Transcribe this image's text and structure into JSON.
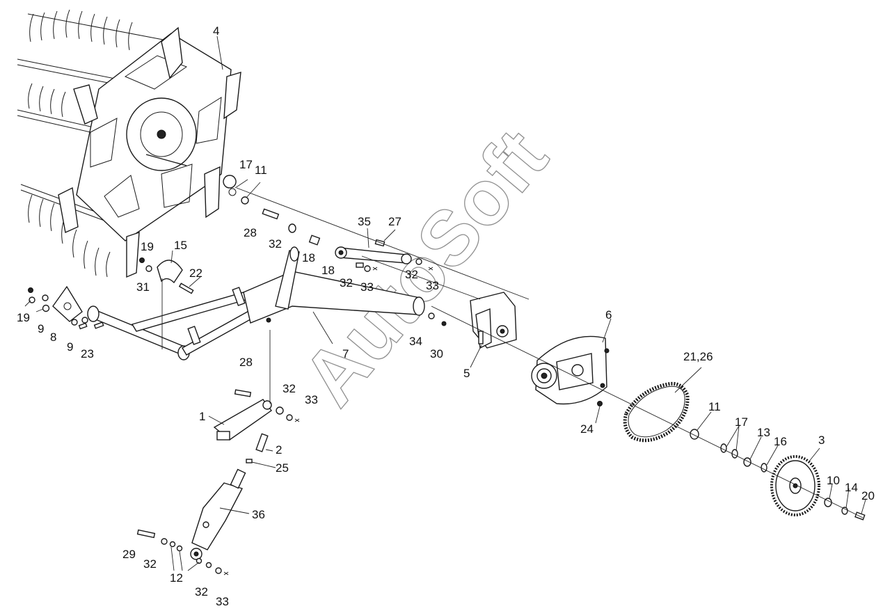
{
  "watermark": "AutoSoft",
  "callouts": [
    "4",
    "17",
    "11",
    "28",
    "32",
    "18",
    "35",
    "27",
    "19",
    "15",
    "22",
    "31",
    "32",
    "33",
    "32",
    "33",
    "18",
    "19",
    "9",
    "8",
    "9",
    "23",
    "7",
    "34",
    "30",
    "5",
    "6",
    "21,26",
    "28",
    "32",
    "33",
    "1",
    "2",
    "25",
    "36",
    "24",
    "11",
    "17",
    "13",
    "16",
    "3",
    "10",
    "14",
    "20",
    "29",
    "32",
    "12",
    "32",
    "33"
  ]
}
